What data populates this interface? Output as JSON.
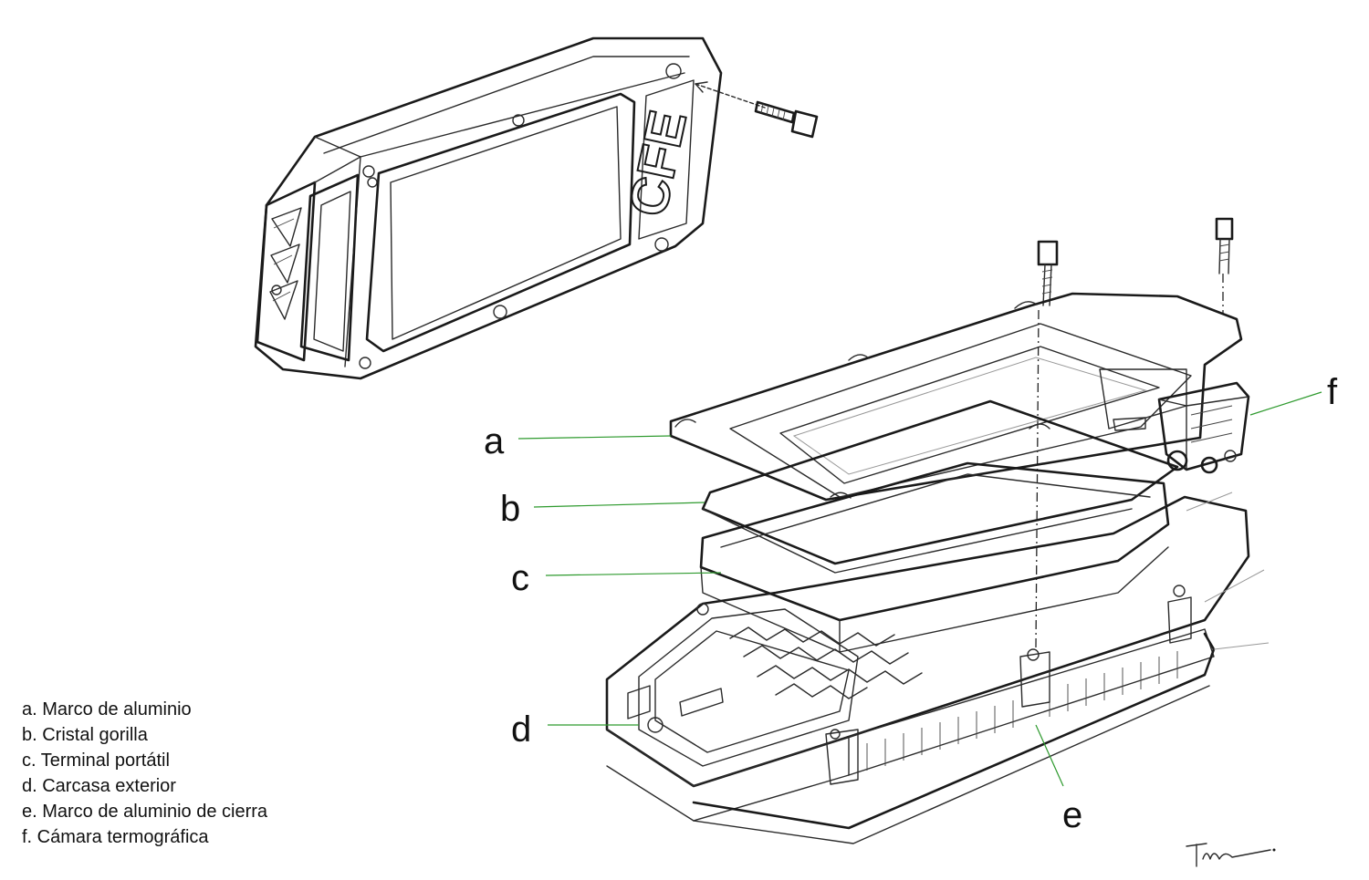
{
  "callouts": {
    "a": "a",
    "b": "b",
    "c": "c",
    "d": "d",
    "e": "e",
    "f": "f"
  },
  "legend": [
    "a. Marco de aluminio",
    "b. Cristal gorilla",
    "c. Terminal portátil",
    "d. Carcasa exterior",
    "e. Marco de aluminio de cierra",
    "f. Cámara termográfica"
  ],
  "logo_text": "CFE",
  "colors": {
    "leader_line": "#2e9a2e",
    "ink": "#1a1a1a"
  }
}
